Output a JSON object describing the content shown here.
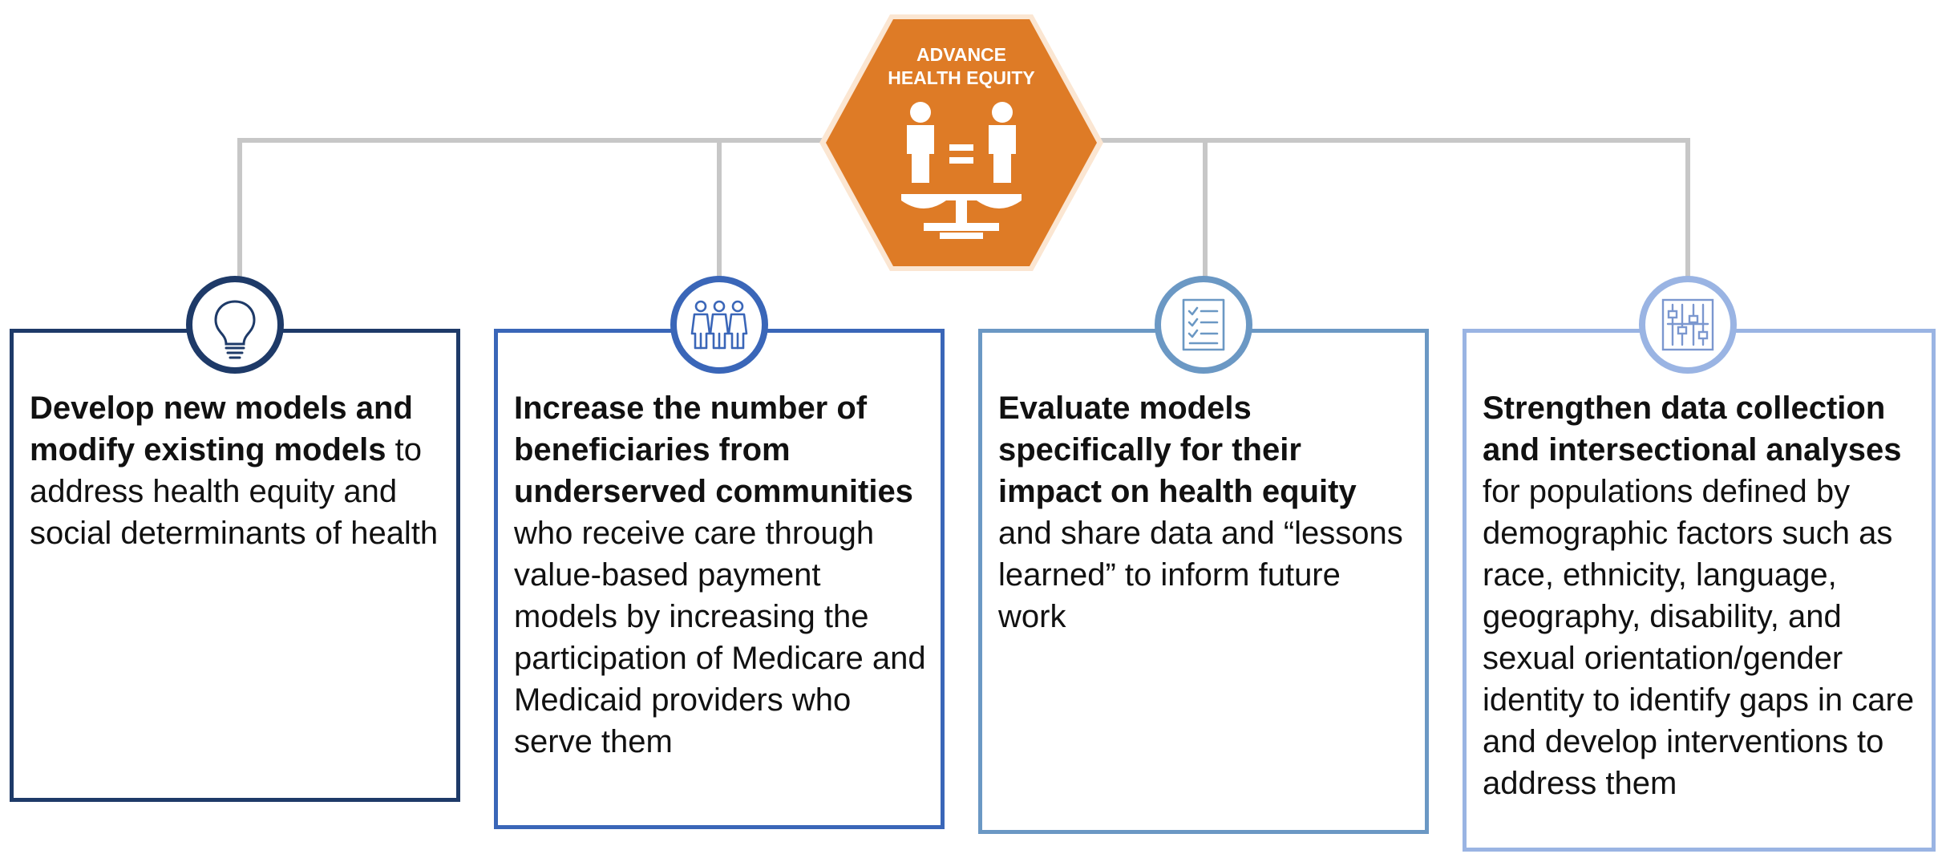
{
  "hub": {
    "title_line1": "ADVANCE",
    "title_line2": "HEALTH EQUITY",
    "icon": "equality-scale-icon",
    "color": "#de7b26"
  },
  "connector_color": "#c7c7c7",
  "cards": [
    {
      "icon": "lightbulb-icon",
      "color": "#1e3a68",
      "bold": "Develop new models and modify existing models",
      "text": " to address health equity and social determinants of health"
    },
    {
      "icon": "people-group-icon",
      "color": "#3a66b8",
      "bold": "Increase the number of beneficiaries from underserved communities",
      "text": " who receive care through value-based payment models by increasing the participation of Medicare and Medicaid providers who serve them"
    },
    {
      "icon": "checklist-icon",
      "color": "#6b98c4",
      "bold": "Evaluate models specifically for their impact on health equity",
      "text": " and share data and “lessons learned” to inform future work"
    },
    {
      "icon": "data-sliders-icon",
      "color": "#9ab4e3",
      "bold": "Strengthen data collection and intersectional analyses",
      "text": " for populations defined by demographic factors such as race, ethnicity, language, geography, disability, and sexual orientation/gender identity to identify gaps in care and develop interventions to address them"
    }
  ]
}
